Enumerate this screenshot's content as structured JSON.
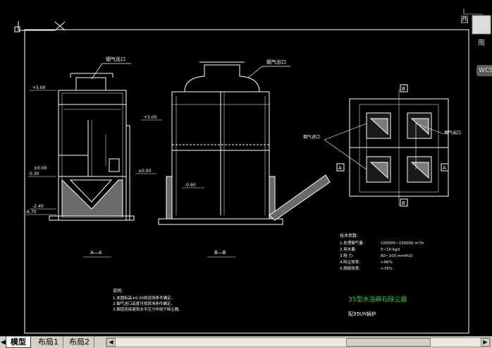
{
  "viewcube": {
    "face_label": "西",
    "below_label": "南"
  },
  "wcs_label": "WCS",
  "labels": {
    "flue_outlet_left": "烟气出口",
    "flue_outlet_mid": "烟气出口",
    "flue_inlet_right": "烟气进口",
    "flue_outlet_right": "烟气出口",
    "elev_500": "+5.00",
    "elev_300": "+3.00",
    "elev_150": "±0.00",
    "elev_030": "-0.30",
    "elev_000": "±0.00",
    "elev_090": "-0.90",
    "elev_240": "-2.40",
    "elev_670": "-6.70",
    "section_aa": "A—A",
    "section_bb": "B—B",
    "mark_a_left": "A",
    "mark_a_right": "A",
    "mark_b_top": "B",
    "mark_b_bottom": "B"
  },
  "tech": {
    "heading": "技术参数:",
    "rows": [
      {
        "k": "1.处理烟气量:",
        "v": "100000~150000 m³/h"
      },
      {
        "k": "2.用水量:",
        "v": "5~10 kg/t"
      },
      {
        "k": "3.阻    力:",
        "v": "80~100 mmH₂O"
      },
      {
        "k": "4.除尘效率:",
        "v": ">96%"
      },
      {
        "k": "5.脱硫效率:",
        "v": ">76%"
      }
    ]
  },
  "title_main": "35型水浴麻石除尘器",
  "title_sub": "配35t/h锅炉",
  "notes": {
    "heading": "说明:",
    "lines": [
      "1.本图标高±0.00视现场条件确定。",
      "2.烟气进口高度可视现场条件确定。",
      "3.烟道连接避免水平应力作用于除尘器。"
    ]
  },
  "tabs": [
    {
      "label": "模型",
      "active": true
    },
    {
      "label": "布局1",
      "active": false
    },
    {
      "label": "布局2",
      "active": false
    }
  ]
}
